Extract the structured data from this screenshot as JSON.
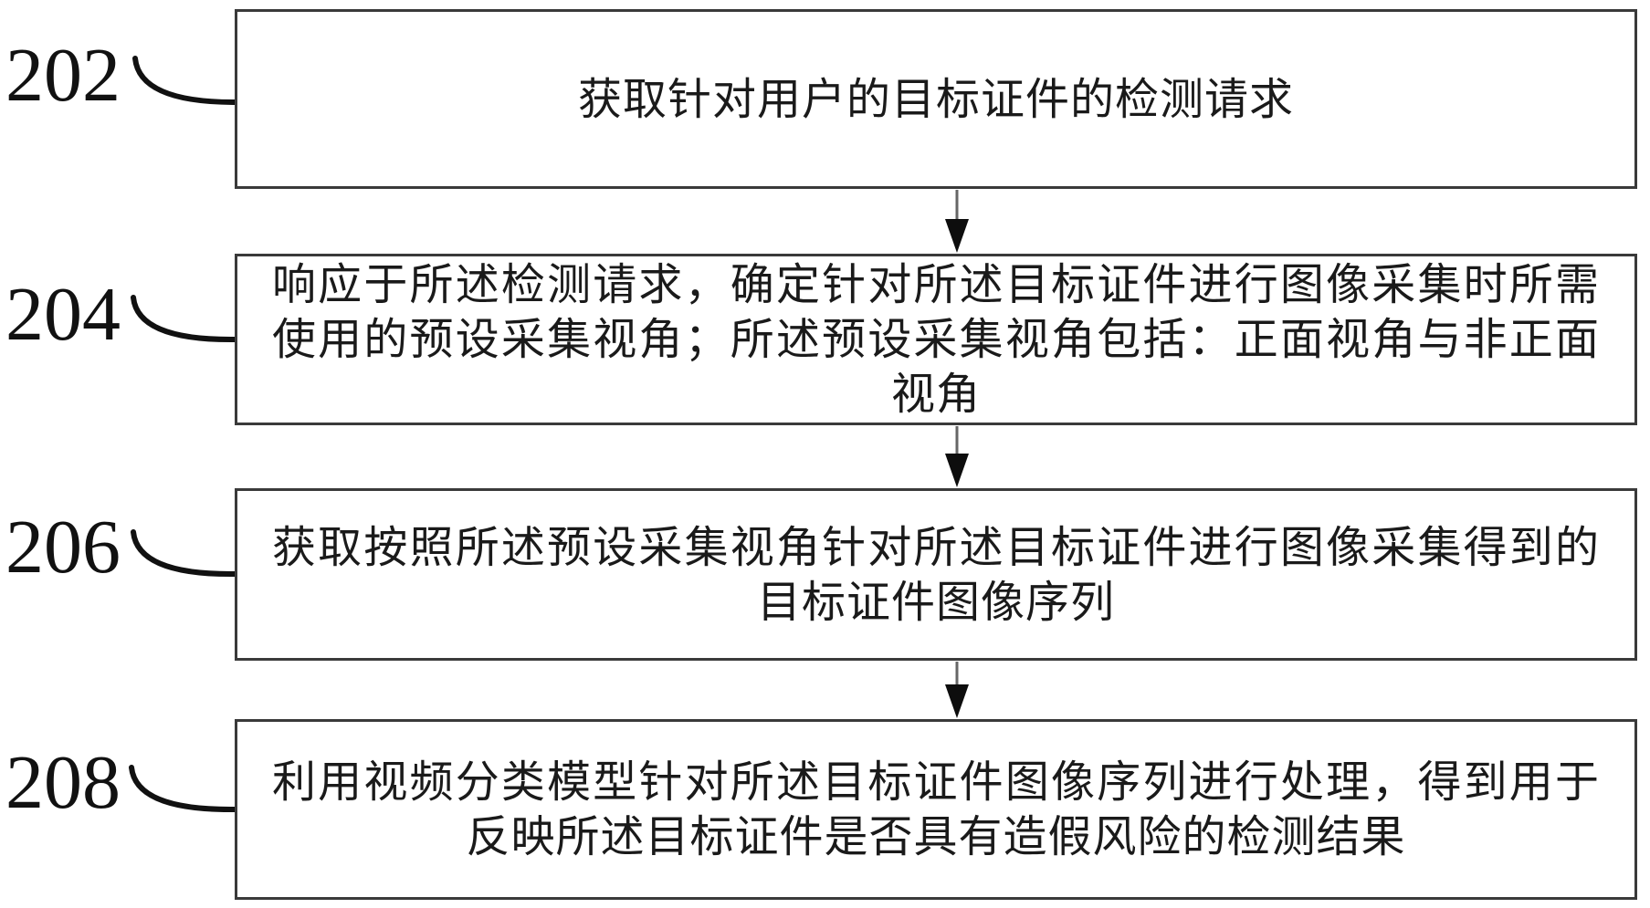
{
  "figure": {
    "type": "flowchart",
    "background": "#ffffff",
    "colors": {
      "box_border": "#3a3a3a",
      "text": "#1a1a1a",
      "arrow_line": "#666666",
      "arrow_head": "#0d0d0d",
      "leader_line": "#111111"
    },
    "steps": [
      {
        "label": "202",
        "text": "获取针对用户的目标证件的检测请求"
      },
      {
        "label": "204",
        "text": "响应于所述检测请求，确定针对所述目标证件进行图像采集时所需使用的预设采集视角；所述预设采集视角包括：正面视角与非正面视角"
      },
      {
        "label": "206",
        "text": "获取按照所述预设采集视角针对所述目标证件进行图像采集得到的目标证件图像序列"
      },
      {
        "label": "208",
        "text": "利用视频分类模型针对所述目标证件图像序列进行处理，得到用于反映所述目标证件是否具有造假风险的检测结果"
      }
    ]
  }
}
